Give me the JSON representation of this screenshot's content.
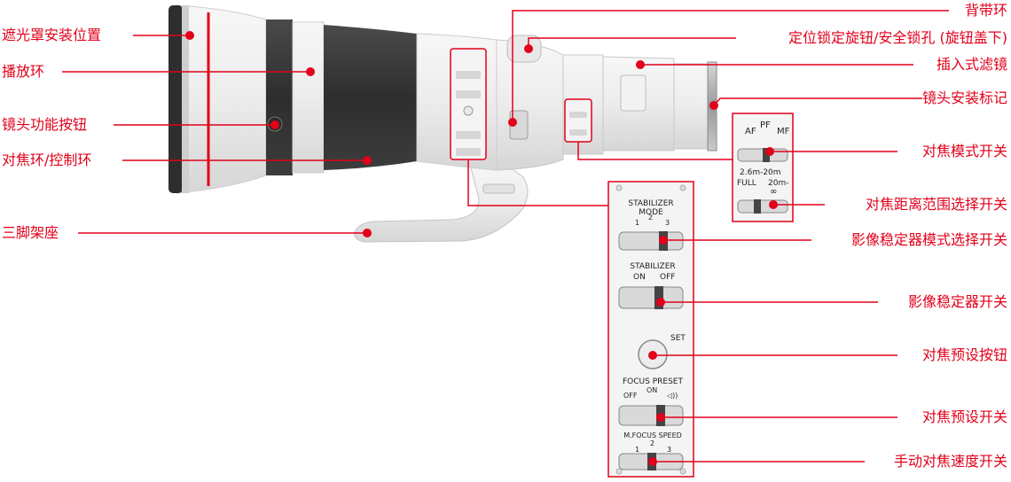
{
  "colors": {
    "accent": "#e2001a",
    "lens_body": "#efefef",
    "lens_shadow": "#cfcfcf",
    "rubber": "#3a3a3a",
    "panel_bg": "#f4f4f4",
    "panel_text": "#222222"
  },
  "left_labels": [
    {
      "id": "hood-mount",
      "text": "遮光罩安装位置"
    },
    {
      "id": "playback-ring",
      "text": "播放环"
    },
    {
      "id": "lens-function-button",
      "text": "镜头功能按钮"
    },
    {
      "id": "focus-control-ring",
      "text": "对焦环/控制环"
    },
    {
      "id": "tripod-mount",
      "text": "三脚架座"
    }
  ],
  "right_labels": [
    {
      "id": "strap-mount",
      "text": "背带环"
    },
    {
      "id": "lock-knob",
      "text": "定位锁定旋钮/安全锁孔 (旋钮盖下)"
    },
    {
      "id": "drop-in-filter",
      "text": "插入式滤镜"
    },
    {
      "id": "mount-index",
      "text": "镜头安装标记"
    },
    {
      "id": "focus-mode-switch",
      "text": "对焦模式开关"
    },
    {
      "id": "focus-distance-switch",
      "text": "对焦距离范围选择开关"
    },
    {
      "id": "is-mode-switch",
      "text": "影像稳定器模式选择开关"
    },
    {
      "id": "is-switch",
      "text": "影像稳定器开关"
    },
    {
      "id": "focus-preset-button",
      "text": "对焦预设按钮"
    },
    {
      "id": "focus-preset-switch",
      "text": "对焦预设开关"
    },
    {
      "id": "mf-speed-switch",
      "text": "手动对焦速度开关"
    }
  ],
  "focus_panel": {
    "af": "AF",
    "pf": "PF",
    "mf": "MF",
    "range_full_text": "2.6m-20m",
    "full": "FULL",
    "near": "20m-",
    "infinity": "∞"
  },
  "stabilizer_panel": {
    "mode_title_1": "STABILIZER",
    "mode_title_2": "MODE",
    "mode_1": "1",
    "mode_2": "2",
    "mode_3": "3",
    "is_title": "STABILIZER",
    "is_on": "ON",
    "is_off": "OFF",
    "set": "SET",
    "preset_title": "FOCUS PRESET",
    "preset_on": "ON",
    "preset_off": "OFF",
    "preset_sound": "◁))",
    "speed_title": "M.FOCUS SPEED",
    "speed_1": "1",
    "speed_2": "2",
    "speed_3": "3"
  }
}
